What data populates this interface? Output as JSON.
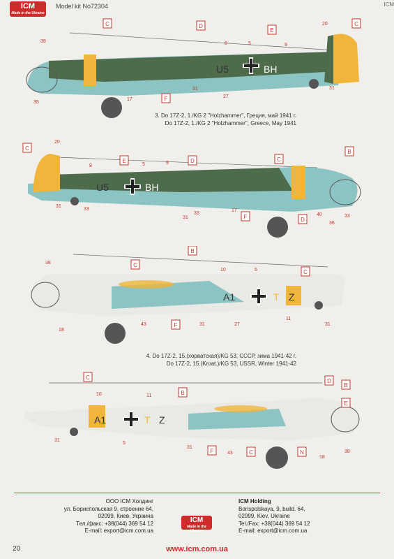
{
  "header": {
    "logo_text": "ICM",
    "logo_tagline": "Made in the Ukraine",
    "model_kit": "Model kit No72304",
    "page_tag": "ICM"
  },
  "profiles": [
    {
      "caption_ru": "3. Do 17Z-2, 1./KG 2 \"Holzhammer\", Греция, май 1941 г.",
      "caption_en": "Do 17Z-2, 1./KG 2 \"Holzhammer\", Greece, May 1941",
      "code_a": "U5",
      "code_b": "BH",
      "boxes": [
        "C",
        "D",
        "E",
        "C",
        "F"
      ],
      "numbers": [
        "39",
        "35",
        "17",
        "31",
        "27",
        "8",
        "5",
        "9",
        "20",
        "31"
      ]
    },
    {
      "boxes": [
        "C",
        "E",
        "D",
        "C",
        "B",
        "F",
        "D"
      ],
      "code_a": "U5",
      "code_b": "BH",
      "numbers": [
        "20",
        "8",
        "5",
        "9",
        "31",
        "33",
        "31",
        "33",
        "17",
        "40",
        "36",
        "33"
      ]
    },
    {
      "caption_ru": "4. Do 17Z-2, 15.(хорватская)/KG 53, СССР, зима 1941-42 г.",
      "caption_en": "Do 17Z-2, 15.(Kroat.)/KG 53, USSR, Winter 1941-42",
      "code_a": "A1",
      "code_b": "T",
      "code_c": "Z",
      "boxes": [
        "B",
        "C",
        "C",
        "F"
      ],
      "numbers": [
        "38",
        "18",
        "43",
        "10",
        "5",
        "27",
        "11",
        "31",
        "31"
      ]
    },
    {
      "code_a": "A1",
      "code_b": "T",
      "code_c": "Z",
      "boxes": [
        "C",
        "B",
        "D",
        "B",
        "F",
        "C",
        "N",
        "E"
      ],
      "numbers": [
        "10",
        "11",
        "31",
        "5",
        "31",
        "43",
        "18",
        "38"
      ]
    }
  ],
  "footer": {
    "ru": [
      "ООО ICM Холдинг",
      "ул. Бориспольская 9, строение 64,",
      "02099, Киев, Украина",
      "Тел./факс: +38(044) 369 54 12",
      "E-mail: export@icm.com.ua"
    ],
    "en": [
      "ICM Holding",
      "Borispolskaya, 9, build. 64,",
      "02099, Kiev, Ukraine",
      "Tel./Fax: +38(044) 369 54 12",
      "E-mail: export@icm.com.ua"
    ],
    "logo_text": "ICM",
    "logo_tagline": "Made in the Ukraine",
    "url": "www.icm.com.ua",
    "page_number": "20"
  },
  "colors": {
    "upper_green": "#4e6b4c",
    "lower_blue": "#8cc4c4",
    "yellow": "#f0b53a",
    "accent_red": "#d02b2b"
  }
}
